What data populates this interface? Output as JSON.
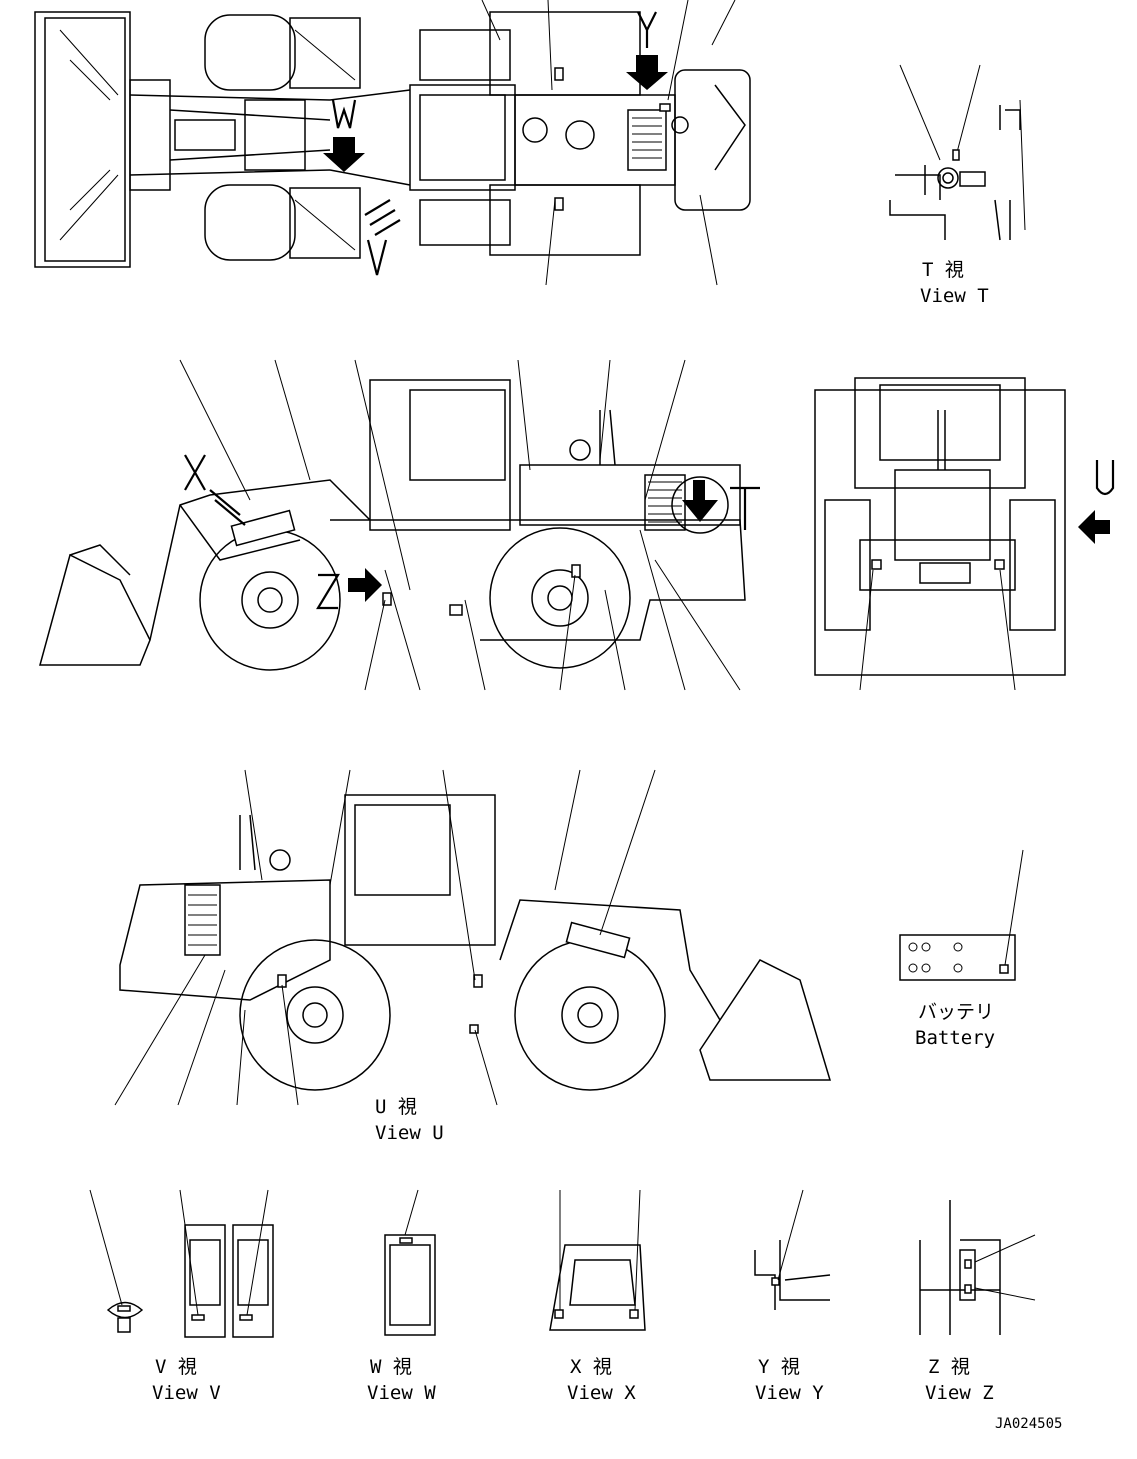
{
  "views": {
    "t": {
      "jp": "T 視",
      "en": "View T"
    },
    "u": {
      "jp": "U 視",
      "en": "View U"
    },
    "v": {
      "jp": "V 視",
      "en": "View V"
    },
    "w": {
      "jp": "W 視",
      "en": "View W"
    },
    "x": {
      "jp": "X 視",
      "en": "View X"
    },
    "y": {
      "jp": "Y 視",
      "en": "View Y"
    },
    "z": {
      "jp": "Z 視",
      "en": "View Z"
    }
  },
  "battery": {
    "jp": "バッテリ",
    "en": "Battery"
  },
  "markers": {
    "t": "T",
    "u": "U",
    "v": "V",
    "w": "W",
    "x": "X",
    "y": "Y",
    "z": "Z"
  },
  "drawing_number": "JA024505"
}
